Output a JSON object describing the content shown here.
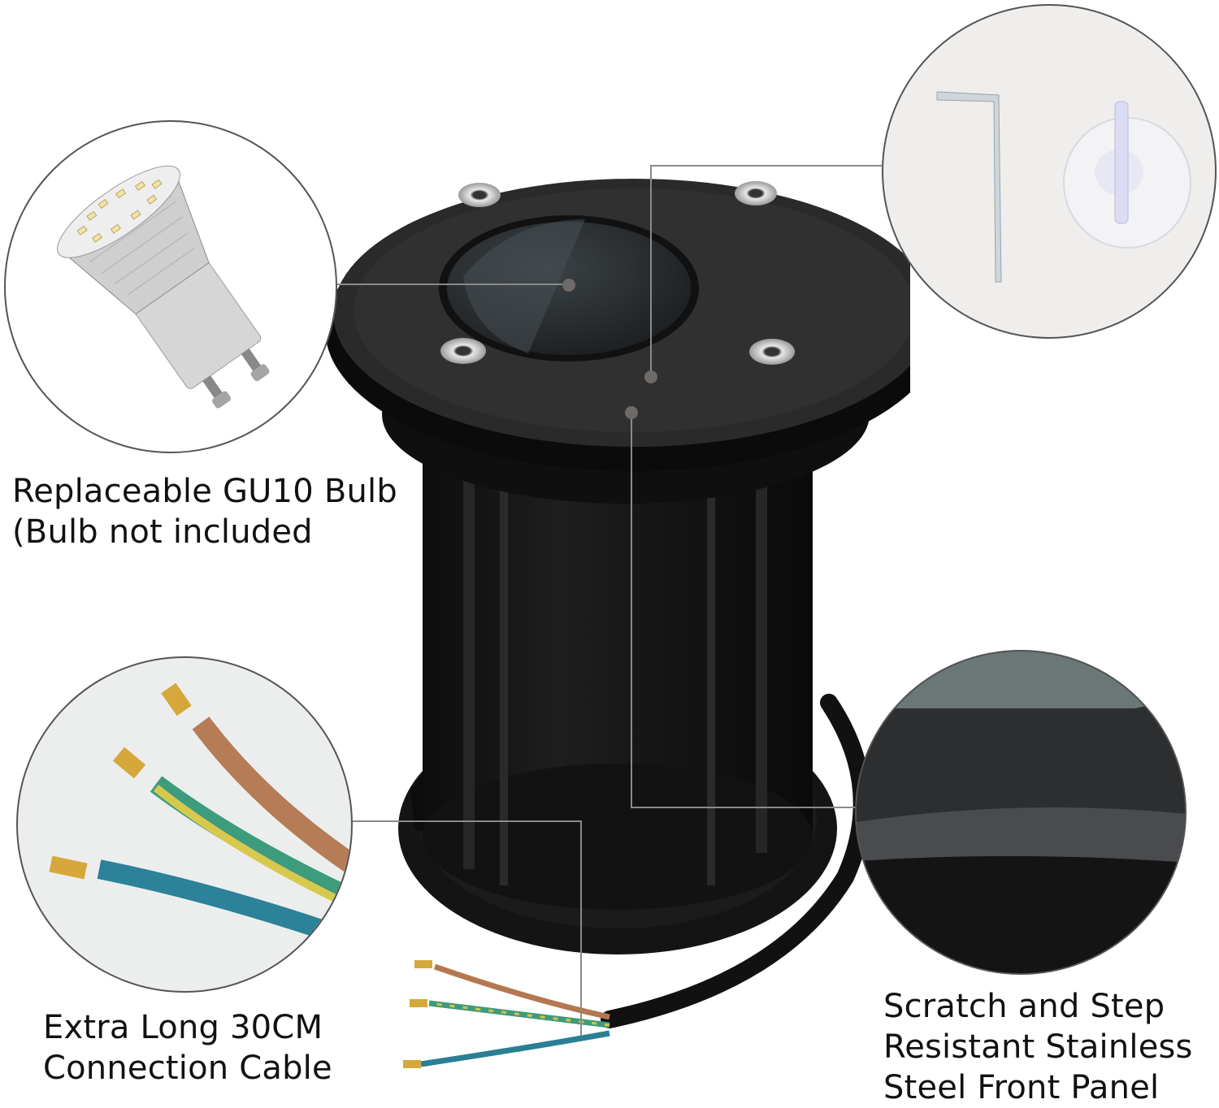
{
  "product": {
    "name": "Round in-ground recessed spotlight housing",
    "colors": {
      "housing": "#1a1a1a",
      "background": "#ffffff",
      "callout_line": "#8a8a8a",
      "wire_brown": "#b5774f",
      "wire_green_yellow": "#3f9a7a",
      "wire_blue": "#2a7f95"
    }
  },
  "callouts": [
    {
      "id": "bulb",
      "icon": "gu10-bulb",
      "lines": [
        "Replaceable GU10 Bulb",
        "(Bulb not included"
      ]
    },
    {
      "id": "accessories",
      "icon": "allen-key-and-suction-cup",
      "lines": []
    },
    {
      "id": "cable",
      "icon": "three-core-wires",
      "lines": [
        "Extra Long 30CM",
        "Connection Cable"
      ]
    },
    {
      "id": "panel",
      "icon": "front-panel-closeup",
      "lines": [
        "Scratch and Step",
        "Resistant Stainless",
        "Steel Front Panel"
      ]
    }
  ]
}
